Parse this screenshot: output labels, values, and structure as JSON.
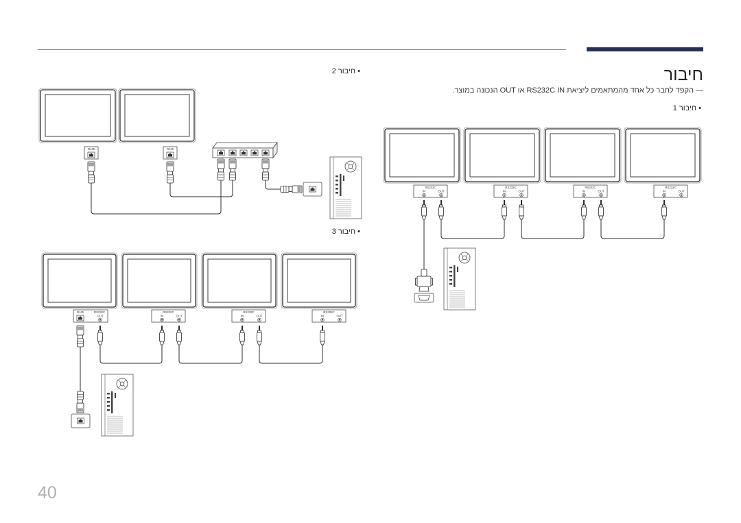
{
  "page": {
    "title": "רוביח",
    "note": ".רצומב הנוכנה OUT וא RS232C IN תאיציל םימאתמהמ דחא לכ רבחל דפקה —",
    "page_number": "40"
  },
  "sections": {
    "connection_1": "1 רוביח •",
    "connection_2": "2 רוביח •",
    "connection_3": "3 רוביח •"
  },
  "port_labels": {
    "rj45": "RJ45",
    "rs232c": "RS232C",
    "in": "IN",
    "out": "OUT"
  },
  "icons": [
    "monitor-icon",
    "pc-tower-icon",
    "network-hub-icon",
    "rj45-plug-icon",
    "stereo-jack-plug-icon",
    "db9-serial-plug-icon"
  ],
  "colors": {
    "accent_bar": "#252f5b"
  }
}
